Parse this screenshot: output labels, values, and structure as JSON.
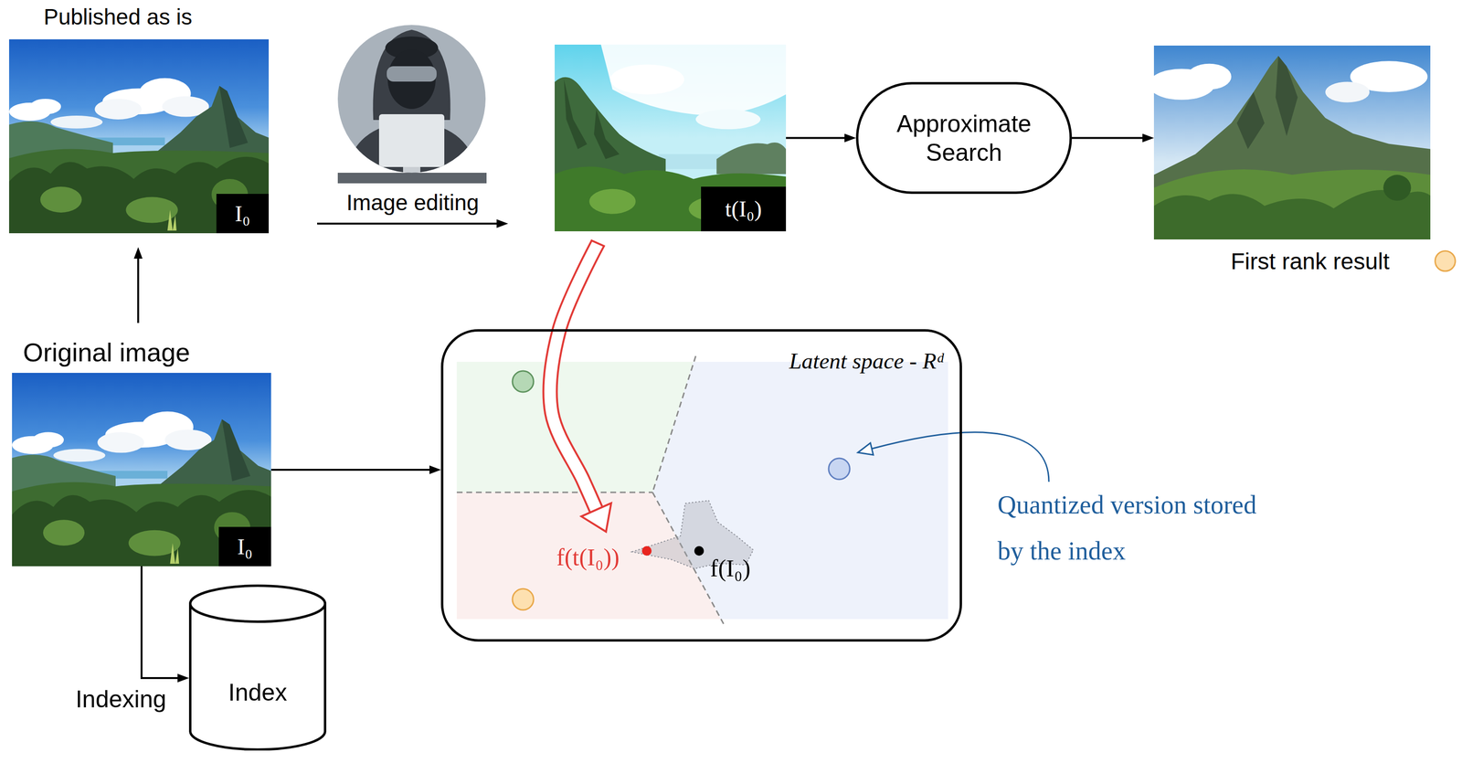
{
  "diagram": {
    "nodes": [
      {
        "text": [
          "Published as is",
          "I₀"
        ]
      },
      {
        "text": [
          "t(I₀)"
        ]
      },
      {
        "text": [
          "Approximate Search"
        ]
      },
      {
        "text": [
          "First rank result"
        ]
      },
      {
        "text": [
          "Original image",
          "I₀"
        ]
      },
      {
        "text": [
          "Latent space - Rᵈ"
        ]
      },
      {
        "text": [
          "f(t(I₀))"
        ],
        "in": 5
      },
      {
        "text": [
          "f(I₀)"
        ],
        "in": 5
      },
      {
        "text": [
          "Index"
        ]
      }
    ],
    "edges": [
      {
        "from": 4,
        "to": 0,
        "arrow": "to"
      },
      {
        "from": 0,
        "to": 1,
        "label": "Image editing",
        "arrow": "to"
      },
      {
        "from": 1,
        "to": 2,
        "arrow": "to"
      },
      {
        "from": 2,
        "to": 3,
        "arrow": "to"
      },
      {
        "from": 4,
        "to": 5,
        "arrow": "to"
      },
      {
        "from": 4,
        "to": 8,
        "label": "Indexing",
        "arrow": "to"
      },
      {
        "from": 1,
        "to": 6,
        "arrow": "to"
      }
    ],
    "labels": [
      "Quantized version stored by the index"
    ]
  }
}
